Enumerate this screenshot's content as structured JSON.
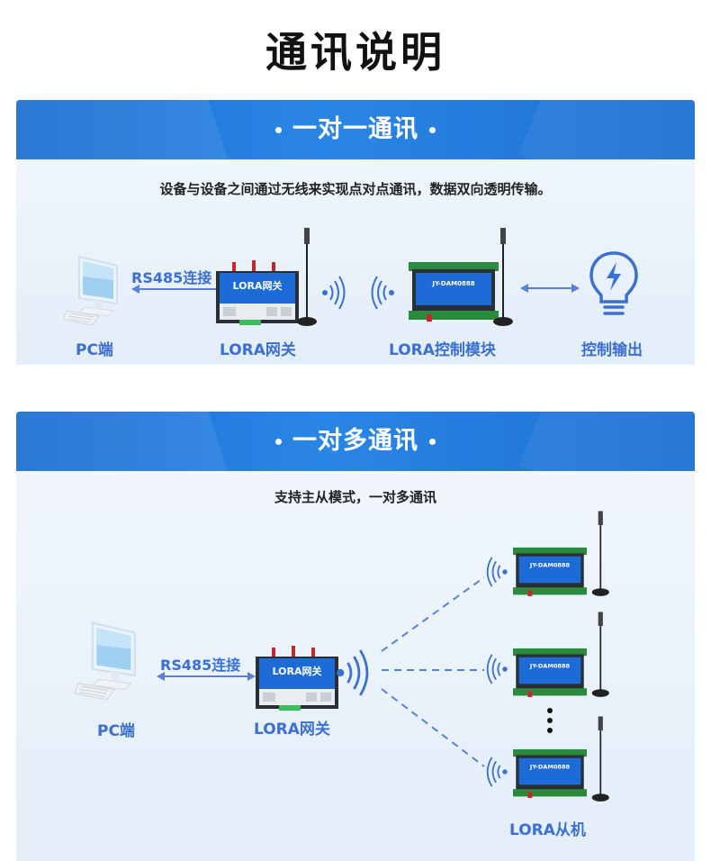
{
  "page_title": "通讯说明",
  "section1": {
    "title": "一对一通讯",
    "description": "设备与设备之间通过无线来实现点对点通讯，数据双向透明传输。",
    "link_label": "RS485连接",
    "labels": {
      "pc": "PC端",
      "gateway": "LORA网关",
      "module": "LORA控制模块",
      "output": "控制输出"
    },
    "gateway_text": "LORA网关",
    "module_text": "JY-DAM0888"
  },
  "section2": {
    "title": "一对多通讯",
    "description": "支持主从模式，一对多通讯",
    "link_label": "RS485连接",
    "labels": {
      "pc": "PC端",
      "gateway": "LORA网关",
      "slaves": "LORA从机"
    },
    "gateway_text": "LORA网关",
    "module_text": "JY-DAM0888"
  },
  "colors": {
    "header_blue": "#1c6fd1",
    "label_blue": "#3b6fd4",
    "arrow_blue": "#5b7fd6"
  }
}
